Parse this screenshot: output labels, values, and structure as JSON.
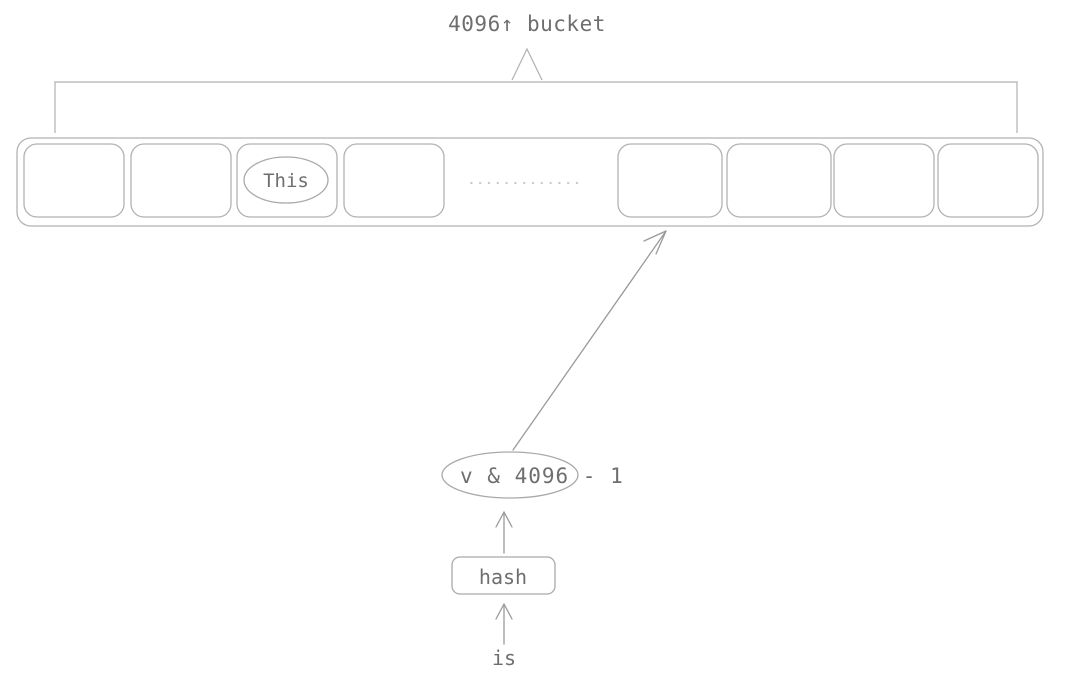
{
  "diagram": {
    "title": "4096↑ bucket",
    "bucket_array": {
      "name": "bucket-array",
      "cells": [
        {
          "id": "cell-0",
          "label": ""
        },
        {
          "id": "cell-1",
          "label": ""
        },
        {
          "id": "cell-2",
          "label": "This"
        },
        {
          "id": "cell-3",
          "label": ""
        },
        {
          "id": "ellipsis",
          "label": ""
        },
        {
          "id": "cell-4",
          "label": ""
        },
        {
          "id": "cell-5",
          "label": ""
        },
        {
          "id": "cell-6",
          "label": ""
        },
        {
          "id": "cell-7",
          "label": ""
        }
      ]
    },
    "nodes": {
      "index_expression": "v & 4096 - 1",
      "index_expression_inner": "v & 4096",
      "hash_function": "hash",
      "input_token": "is"
    },
    "colors": {
      "stroke": "#b2b2b2",
      "text": "#6e6e6e",
      "arrow": "#9a9a9a",
      "background": "#ffffff"
    }
  }
}
